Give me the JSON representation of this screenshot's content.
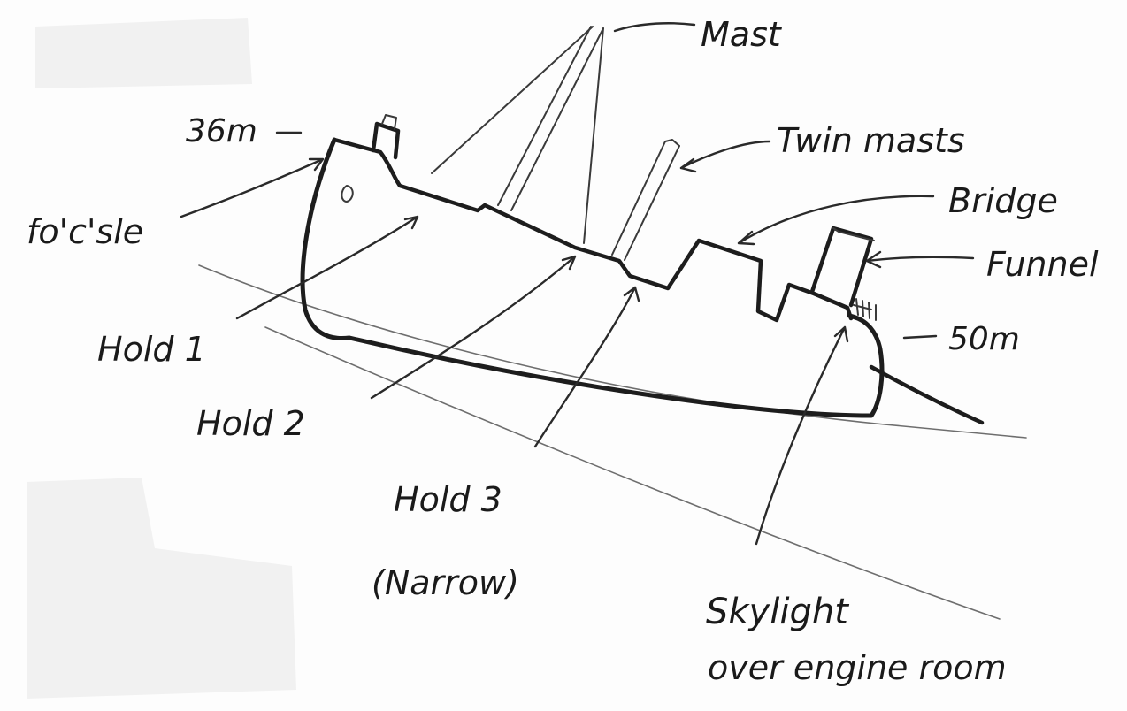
{
  "labels": {
    "mast": "Mast",
    "twin_masts": "Twin masts",
    "bridge": "Bridge",
    "funnel": "Funnel",
    "depth_bow": "36m",
    "depth_stern": "50m",
    "focsle": "fo'c'sle",
    "hold1": "Hold 1",
    "hold2": "Hold 2",
    "hold3": "Hold 3",
    "hold3_note": "(Narrow)",
    "skylight_line1": "Skylight",
    "skylight_line2": "over engine room"
  },
  "colors": {
    "ink": "#1d1d1d",
    "paper": "#fdfdfd"
  }
}
